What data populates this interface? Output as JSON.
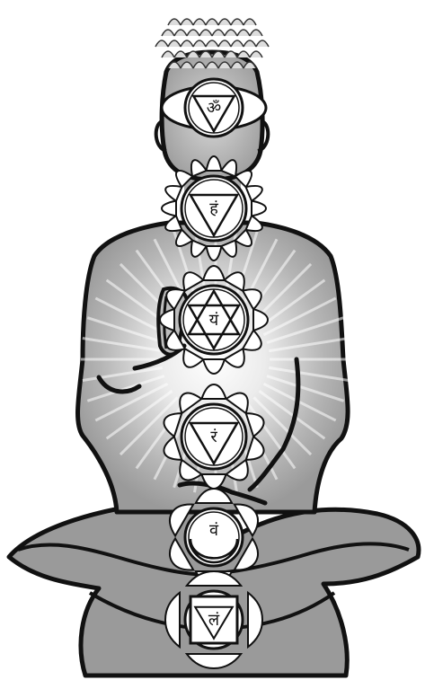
{
  "colors": {
    "outline": "#111111",
    "body_fill": "#9a9a9a",
    "glow_center": "#ffffff",
    "lotus_fill": "#ffffff",
    "background": "#ffffff"
  },
  "chakras": [
    {
      "id": "crown",
      "glyph": "",
      "icon": "thousand-petal-lotus"
    },
    {
      "id": "third-eye",
      "glyph": "ॐ",
      "icon": "two-petal-lotus"
    },
    {
      "id": "throat",
      "glyph": "हं",
      "icon": "sixteen-petal-lotus"
    },
    {
      "id": "heart",
      "glyph": "यं",
      "icon": "twelve-petal-lotus"
    },
    {
      "id": "solar-plexus",
      "glyph": "रं",
      "icon": "ten-petal-lotus"
    },
    {
      "id": "sacral",
      "glyph": "वं",
      "icon": "six-petal-lotus"
    },
    {
      "id": "root",
      "glyph": "लं",
      "icon": "four-petal-lotus"
    }
  ]
}
